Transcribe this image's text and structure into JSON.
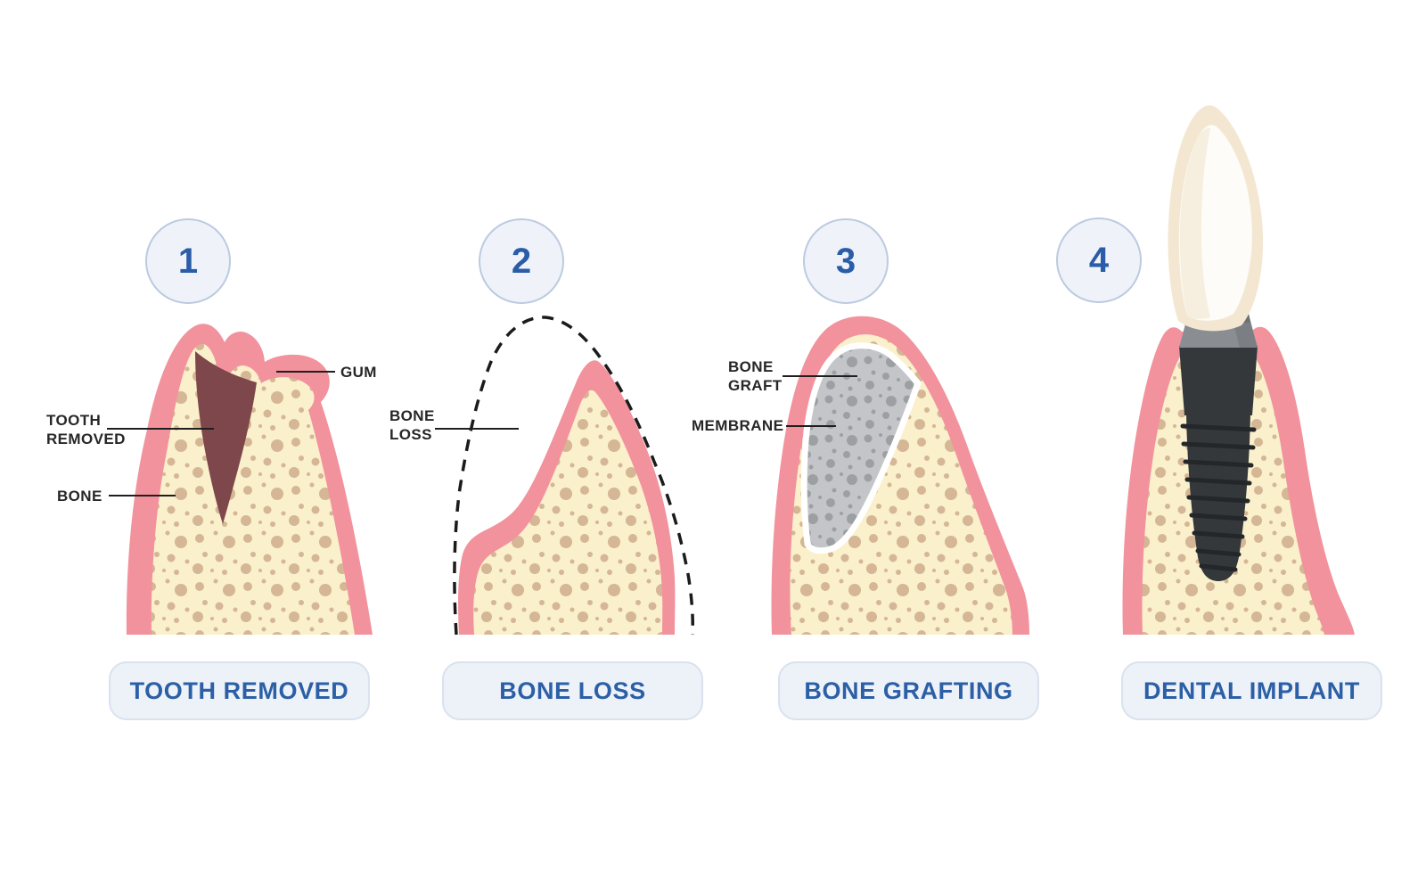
{
  "figure": {
    "description": "Dental implant procedure infographic with four stages",
    "steps": [
      {
        "number": "1",
        "pill_label": "TOOTH REMOVED",
        "callouts": [
          {
            "id": "tooth-removed",
            "text": "TOOTH REMOVED"
          },
          {
            "id": "bone",
            "text": "BONE"
          },
          {
            "id": "gum",
            "text": "GUM"
          }
        ]
      },
      {
        "number": "2",
        "pill_label": "BONE LOSS",
        "callouts": [
          {
            "id": "bone-loss",
            "text": "BONE LOSS"
          }
        ]
      },
      {
        "number": "3",
        "pill_label": "BONE GRAFTING",
        "callouts": [
          {
            "id": "bone-graft",
            "text": "BONE GRAFT"
          },
          {
            "id": "membrane",
            "text": "MEMBRANE"
          }
        ]
      },
      {
        "number": "4",
        "pill_label": "DENTAL IMPLANT",
        "callouts": []
      }
    ],
    "colors": {
      "background": "#FFFFFF",
      "gum": "#F2929D",
      "bone": "#FAF0CB",
      "bone_dot": "#D5B695",
      "socket": "#7E474C",
      "graft": "#C3C5C8",
      "graft_dot": "#9DA0A3",
      "membrane": "#FFFFFF",
      "outline_dash": "#1B1B1B",
      "implant_body": "#34383B",
      "implant_thread": "#24272A",
      "abutment": "#8A8E92",
      "crown_edge": "#F4E7D2",
      "crown_fill": "#FDFCF9",
      "step_circle_fill": "#EFF3F9",
      "step_circle_border": "#BDCAE1",
      "step_number": "#2A5CA7",
      "pill_fill": "#EDF1F8",
      "pill_border": "#DAE2EE",
      "pill_text": "#2B5FA6",
      "callout_text": "#272727"
    }
  }
}
